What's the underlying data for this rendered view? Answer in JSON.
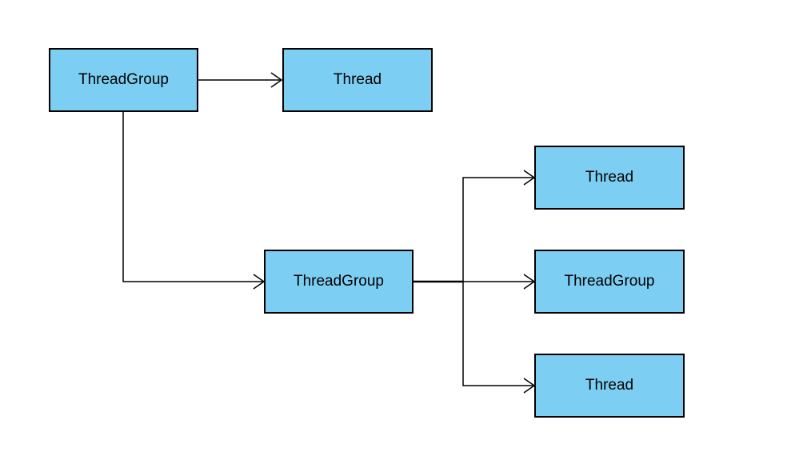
{
  "diagram": {
    "background_color": "#ffffff",
    "node_fill_color": "#7CCEF2",
    "node_border_color": "#000000",
    "connector_color": "#000000",
    "nodes": [
      {
        "id": "root-threadgroup",
        "label": "ThreadGroup"
      },
      {
        "id": "thread-top",
        "label": "Thread"
      },
      {
        "id": "mid-threadgroup",
        "label": "ThreadGroup"
      },
      {
        "id": "thread-right-top",
        "label": "Thread"
      },
      {
        "id": "right-threadgroup",
        "label": "ThreadGroup"
      },
      {
        "id": "thread-right-bottom",
        "label": "Thread"
      }
    ],
    "edges": [
      {
        "from": "root-threadgroup",
        "to": "thread-top"
      },
      {
        "from": "root-threadgroup",
        "to": "mid-threadgroup"
      },
      {
        "from": "mid-threadgroup",
        "to": "thread-right-top"
      },
      {
        "from": "mid-threadgroup",
        "to": "right-threadgroup"
      },
      {
        "from": "mid-threadgroup",
        "to": "thread-right-bottom"
      }
    ]
  }
}
